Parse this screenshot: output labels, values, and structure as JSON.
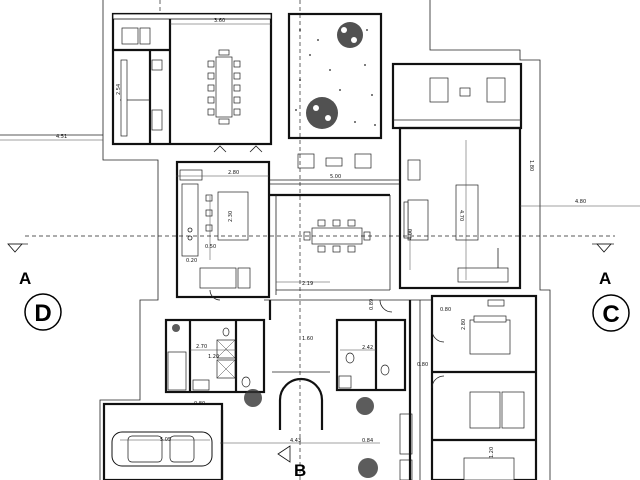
{
  "dimensions": {
    "d_360": "3.60",
    "d_451": "4.51",
    "d_280": "2.80",
    "d_500": "5.00",
    "d_470": "4.70",
    "d_480": "4.80",
    "d_219": "2.19",
    "d_400": "4.00",
    "d_230": "2.30",
    "d_050": "0.50",
    "d_020": "0.20",
    "d_180": "1.80",
    "d_280b": "2.80",
    "d_089": "0.89",
    "d_080": "0.80",
    "d_080b": "0.80",
    "d_270": "2.70",
    "d_120": "1.20",
    "d_242": "2.42",
    "d_080c": "0.80",
    "d_505": "5.05",
    "d_443": "4.43",
    "d_084": "0.84",
    "d_120b": "1.20",
    "d_160": "1.60",
    "d_254": "2.54"
  },
  "section_markers": {
    "left": "A",
    "right": "A",
    "bottom": "B"
  },
  "elevation_markers": {
    "left": "D",
    "right": "C"
  }
}
